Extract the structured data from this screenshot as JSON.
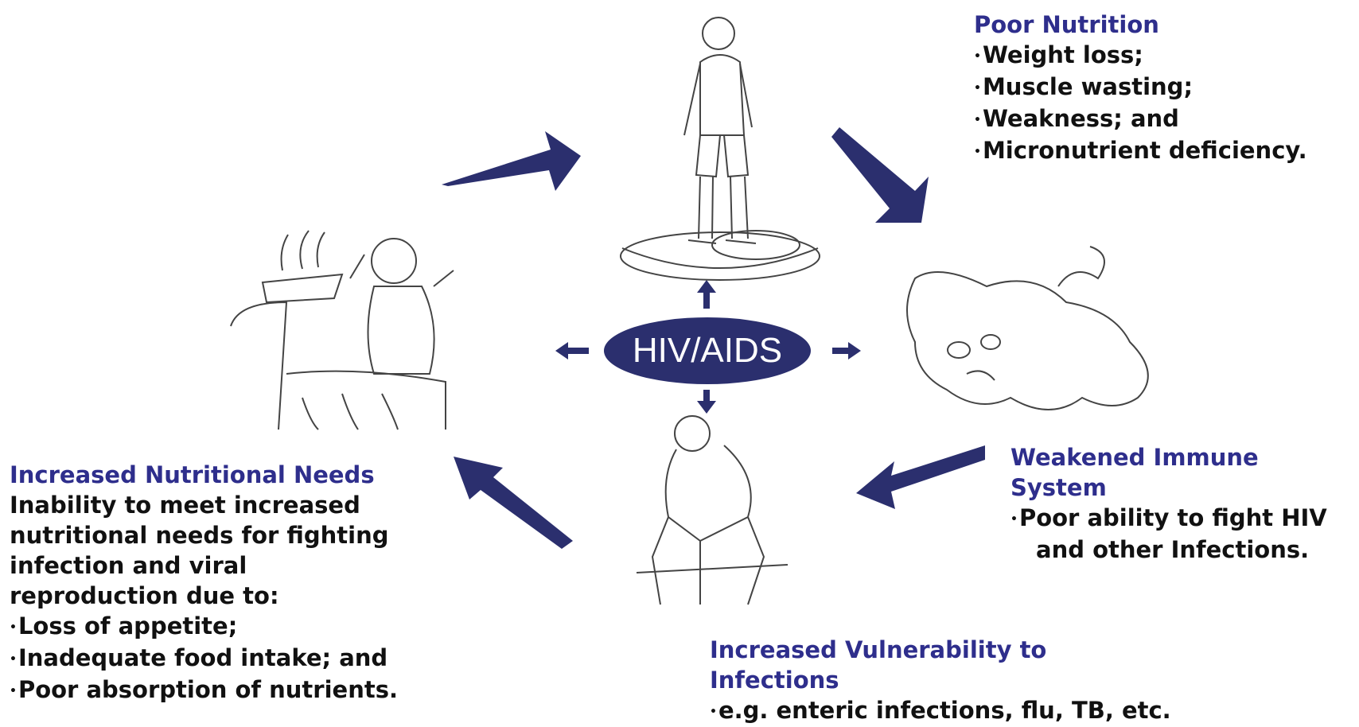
{
  "center": {
    "label": "HIV/AIDS"
  },
  "poor_nutrition": {
    "title": "Poor Nutrition",
    "items": [
      "Weight loss;",
      "Muscle wasting;",
      "Weakness; and",
      "Micronutrient deficiency."
    ]
  },
  "weakened_immune": {
    "title_line1": "Weakened Immune",
    "title_line2": "System",
    "item_line1": "Poor ability to fight HIV",
    "item_line2": "and other Infections."
  },
  "vulnerability": {
    "title_line1": "Increased Vulnerability to",
    "title_line2": "Infections",
    "item": "e.g. enteric infections, flu, TB, etc."
  },
  "nutritional_needs": {
    "title": "Increased Nutritional Needs",
    "lines": [
      "Inability to meet increased",
      "nutritional needs for fighting",
      "infection and viral",
      "reproduction due to:"
    ],
    "items": [
      "Loss of appetite;",
      "Inadequate food intake; and",
      "Poor absorption of nutrients."
    ]
  },
  "colors": {
    "accent": "#2e2e8c",
    "arrow": "#2b2f6e",
    "text": "#111111"
  }
}
